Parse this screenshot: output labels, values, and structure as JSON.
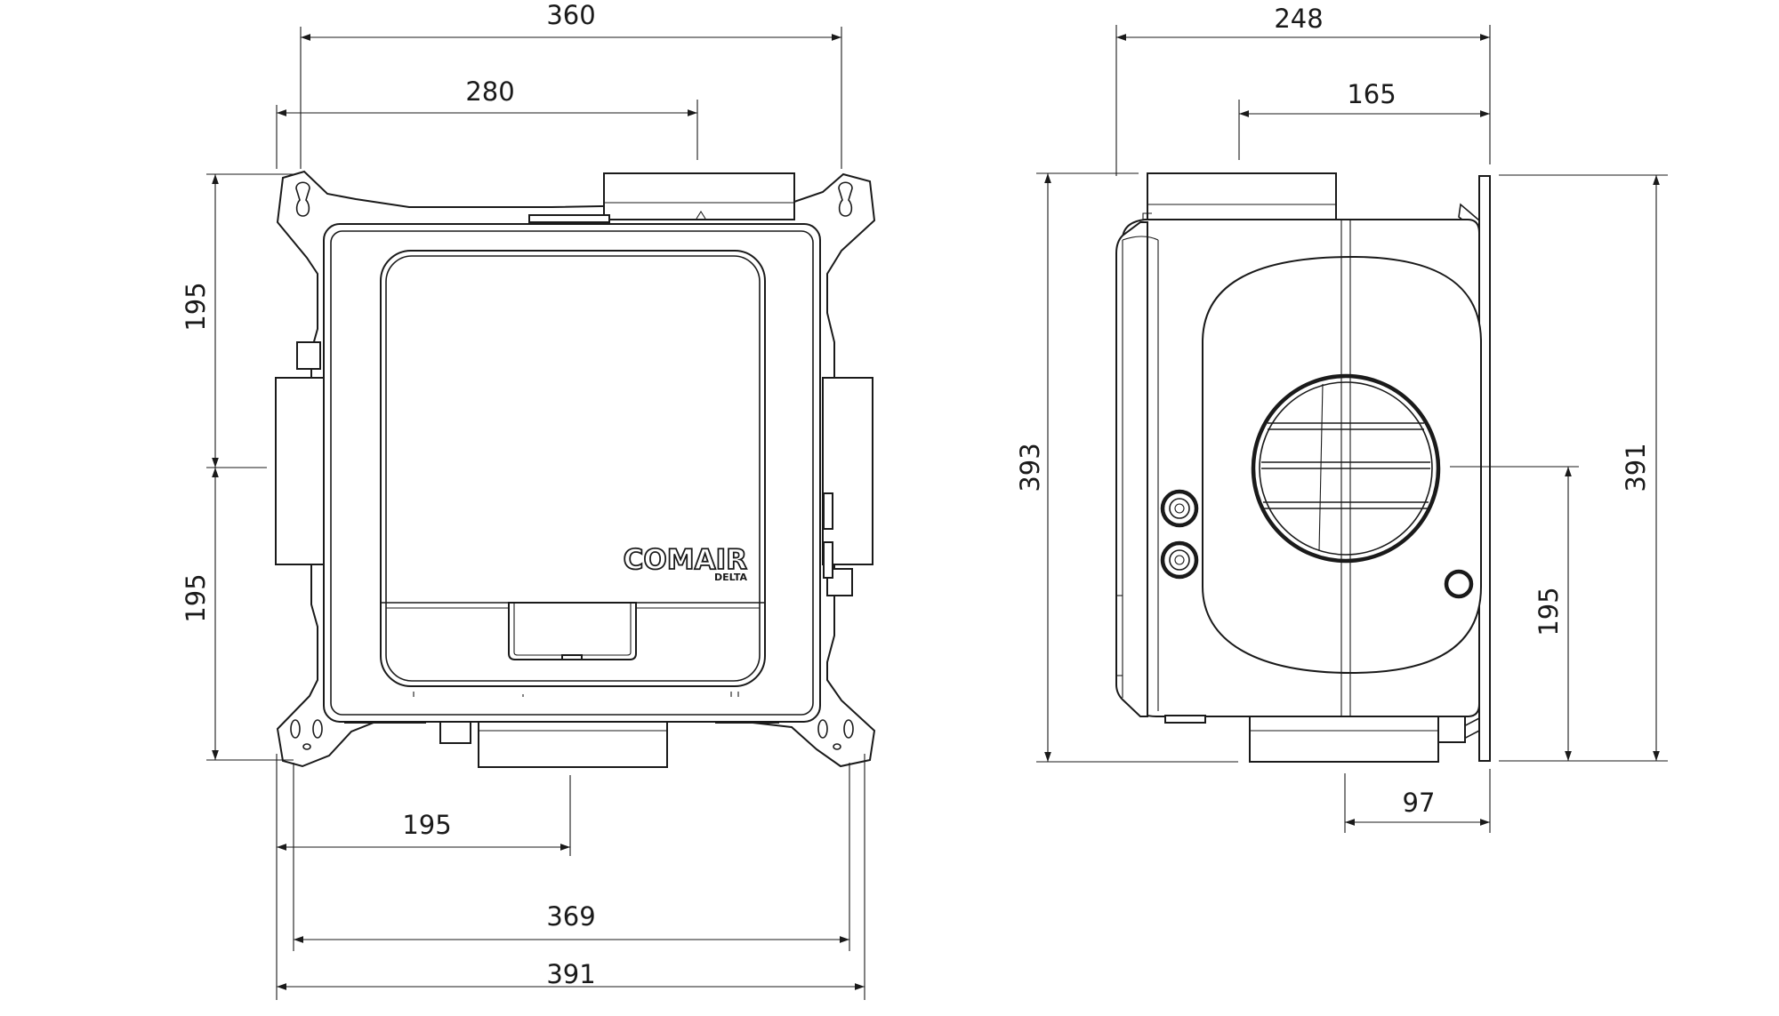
{
  "front_view": {
    "dimensions": {
      "width_top": "360",
      "offset_top": "280",
      "height_upper": "195",
      "height_lower": "195",
      "offset_bottom": "195",
      "width_inner": "369",
      "width_overall": "391"
    },
    "brand": {
      "logo": "COMAIR",
      "model": "DELTA"
    }
  },
  "side_view": {
    "dimensions": {
      "depth_top": "248",
      "offset_top": "165",
      "height_left": "393",
      "height_right": "391",
      "height_center": "195",
      "depth_bottom": "97"
    }
  },
  "colors": {
    "line": "#1a1a1a",
    "background": "#ffffff"
  }
}
